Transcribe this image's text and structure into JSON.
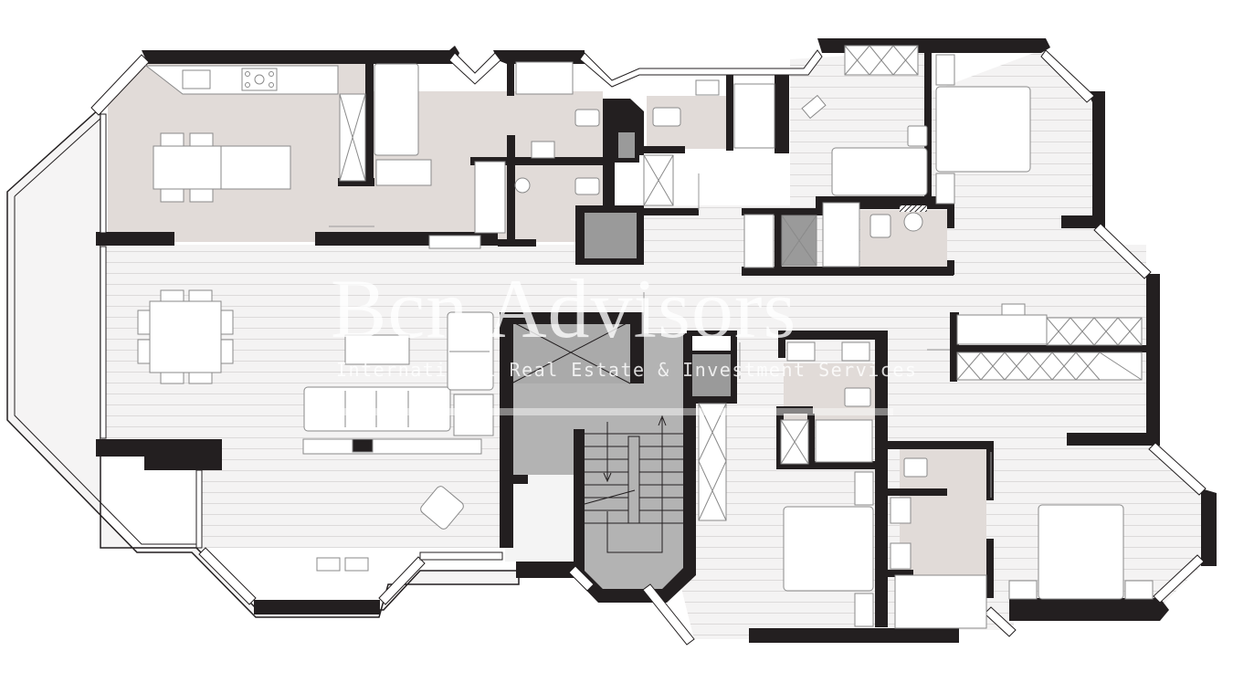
{
  "watermark": {
    "title": "Bcn Advisors",
    "subtitle": "International Real Estate & Investment Services"
  },
  "colors": {
    "wall": "#231f20",
    "floor_wood": "#f4f3f3",
    "floor_lines": "#d9d7d7",
    "tile": "#e1dbd8",
    "stair_core": "#b3b3b3",
    "shaft": "#9a9a9a",
    "furniture": "#ffffff",
    "terrace": "#f4f4f4"
  },
  "plan": {
    "rooms": [
      {
        "id": "kitchen",
        "type": "kitchen-dining",
        "floor": "tile"
      },
      {
        "id": "living",
        "type": "living-dining",
        "floor": "wood"
      },
      {
        "id": "stair-core",
        "type": "stairwell-elevator",
        "floor": "concrete"
      },
      {
        "id": "bedroom-ne",
        "type": "bedroom",
        "floor": "wood"
      },
      {
        "id": "bedroom-s1",
        "type": "bedroom",
        "floor": "wood"
      },
      {
        "id": "bedroom-se",
        "type": "bedroom",
        "floor": "wood"
      },
      {
        "id": "bath-n",
        "type": "bathroom",
        "floor": "tile"
      },
      {
        "id": "bath-c",
        "type": "bathroom",
        "floor": "tile"
      },
      {
        "id": "bath-s",
        "type": "bathroom",
        "floor": "tile"
      },
      {
        "id": "terrace-w",
        "type": "terrace",
        "floor": "paving"
      }
    ],
    "stair": {
      "direction_up": "up-arrow",
      "direction_down": "down-arrow",
      "steps": 8
    }
  }
}
